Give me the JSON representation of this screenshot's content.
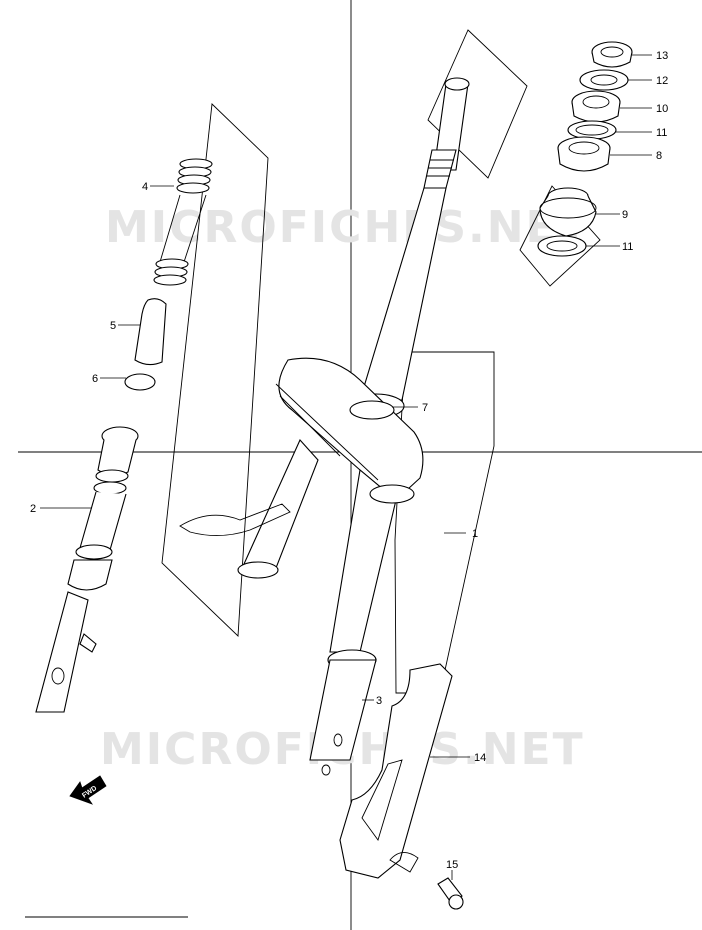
{
  "watermarks": [
    "MICROFICHES.NET",
    "MICROFICHES.NET"
  ],
  "fwd_label": "FWD",
  "callouts": {
    "c1": "1",
    "c2": "2",
    "c3": "3",
    "c4": "4",
    "c5": "5",
    "c6": "6",
    "c7": "7",
    "c8": "8",
    "c9": "9",
    "c10": "10",
    "c11a": "11",
    "c11b": "11",
    "c12": "12",
    "c13": "13",
    "c14": "14",
    "c15": "15"
  }
}
